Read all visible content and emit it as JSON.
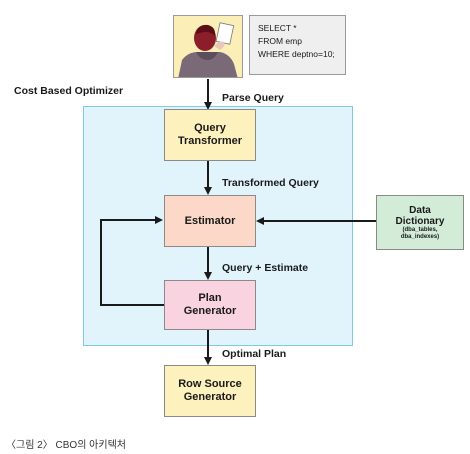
{
  "sql": {
    "line1": "SELECT *",
    "line2": "FROM emp",
    "line3": "WHERE deptno=10;"
  },
  "region_label": "Cost Based Optimizer",
  "boxes": {
    "query_transformer": [
      "Query",
      "Transformer"
    ],
    "estimator": "Estimator",
    "plan_generator": [
      "Plan",
      "Generator"
    ],
    "row_source_generator": [
      "Row Source",
      "Generator"
    ],
    "data_dictionary": {
      "title": [
        "Data",
        "Dictionary"
      ],
      "detail": [
        "(dba_tables,",
        "dba_indexes)"
      ]
    }
  },
  "edges": {
    "parse_query": "Parse Query",
    "transformed_query": "Transformed Query",
    "query_estimate": "Query + Estimate",
    "optimal_plan": "Optimal Plan"
  },
  "caption": "〈그림 2〉 CBO의 아키텍처",
  "colors": {
    "region_fill": "#e1f3fb",
    "yellow_box": "#fdf1bd",
    "estimator_box": "#fbd8c7",
    "plan_box": "#f9d3e0",
    "dictionary_box": "#d3ecd7"
  }
}
